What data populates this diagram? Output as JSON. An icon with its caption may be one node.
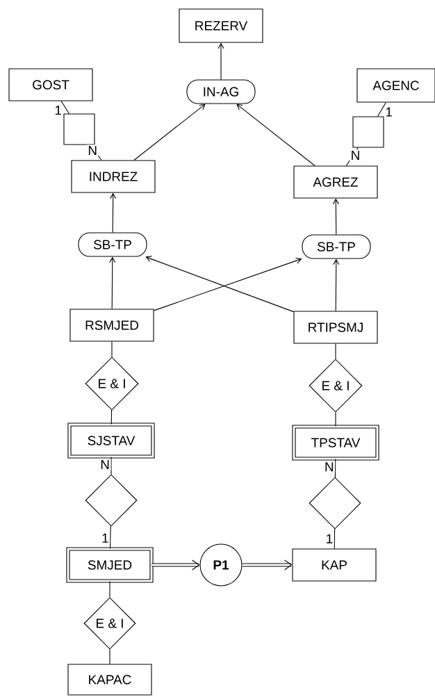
{
  "diagram": {
    "nodes": [
      {
        "text": [
          "REZERV"
        ]
      },
      {
        "text": [
          "GOST"
        ]
      },
      {
        "text": [
          "IN-AG"
        ]
      },
      {
        "text": [
          "AGENC"
        ]
      },
      {
        "text": [],
        "shape": "box"
      },
      {
        "text": [],
        "shape": "box"
      },
      {
        "text": [
          "INDREZ"
        ]
      },
      {
        "text": [
          "AGREZ"
        ]
      },
      {
        "text": [
          "SB-TP"
        ]
      },
      {
        "text": [
          "SB-TP"
        ]
      },
      {
        "text": [
          "RSMJED"
        ]
      },
      {
        "text": [
          "RTIPSMJ"
        ]
      },
      {
        "text": [
          "E & I"
        ]
      },
      {
        "text": [
          "E & I"
        ]
      },
      {
        "text": [
          "SJSTAV"
        ]
      },
      {
        "text": [
          "TPSTAV"
        ]
      },
      {
        "text": [],
        "shape": "diamond"
      },
      {
        "text": [],
        "shape": "diamond"
      },
      {
        "text": [
          "SMJED"
        ]
      },
      {
        "text": [
          "P1"
        ]
      },
      {
        "text": [
          "KAP"
        ]
      },
      {
        "text": [
          "E & I"
        ]
      },
      {
        "text": [
          "KAPAC"
        ]
      }
    ],
    "edges": [
      {
        "from": 2,
        "to": 0,
        "arrow": "to"
      },
      {
        "from": 1,
        "to": 4,
        "arrow": "none",
        "label": "1"
      },
      {
        "from": 4,
        "to": 6,
        "arrow": "none",
        "label": "N"
      },
      {
        "from": 3,
        "to": 5,
        "arrow": "none",
        "label": "1"
      },
      {
        "from": 5,
        "to": 7,
        "arrow": "none",
        "label": "N"
      },
      {
        "from": 6,
        "to": 2,
        "arrow": "to"
      },
      {
        "from": 7,
        "to": 2,
        "arrow": "to"
      },
      {
        "from": 8,
        "to": 6,
        "arrow": "to"
      },
      {
        "from": 9,
        "to": 7,
        "arrow": "to"
      },
      {
        "from": 10,
        "to": 8,
        "arrow": "to"
      },
      {
        "from": 10,
        "to": 9,
        "arrow": "to"
      },
      {
        "from": 11,
        "to": 9,
        "arrow": "to"
      },
      {
        "from": 11,
        "to": 8,
        "arrow": "to"
      },
      {
        "from": 10,
        "to": 12,
        "arrow": "none"
      },
      {
        "from": 12,
        "to": 14,
        "arrow": "none"
      },
      {
        "from": 11,
        "to": 13,
        "arrow": "none"
      },
      {
        "from": 13,
        "to": 15,
        "arrow": "none"
      },
      {
        "from": 14,
        "to": 16,
        "arrow": "none",
        "label": "N"
      },
      {
        "from": 16,
        "to": 18,
        "arrow": "none",
        "label": "1"
      },
      {
        "from": 15,
        "to": 17,
        "arrow": "none",
        "label": "N"
      },
      {
        "from": 17,
        "to": 20,
        "arrow": "none",
        "label": "1"
      },
      {
        "from": 18,
        "to": 19,
        "arrow": "to",
        "style": "thick"
      },
      {
        "from": 19,
        "to": 20,
        "arrow": "to",
        "style": "thick"
      },
      {
        "from": 18,
        "to": 21,
        "arrow": "none"
      },
      {
        "from": 21,
        "to": 22,
        "arrow": "none"
      }
    ]
  }
}
